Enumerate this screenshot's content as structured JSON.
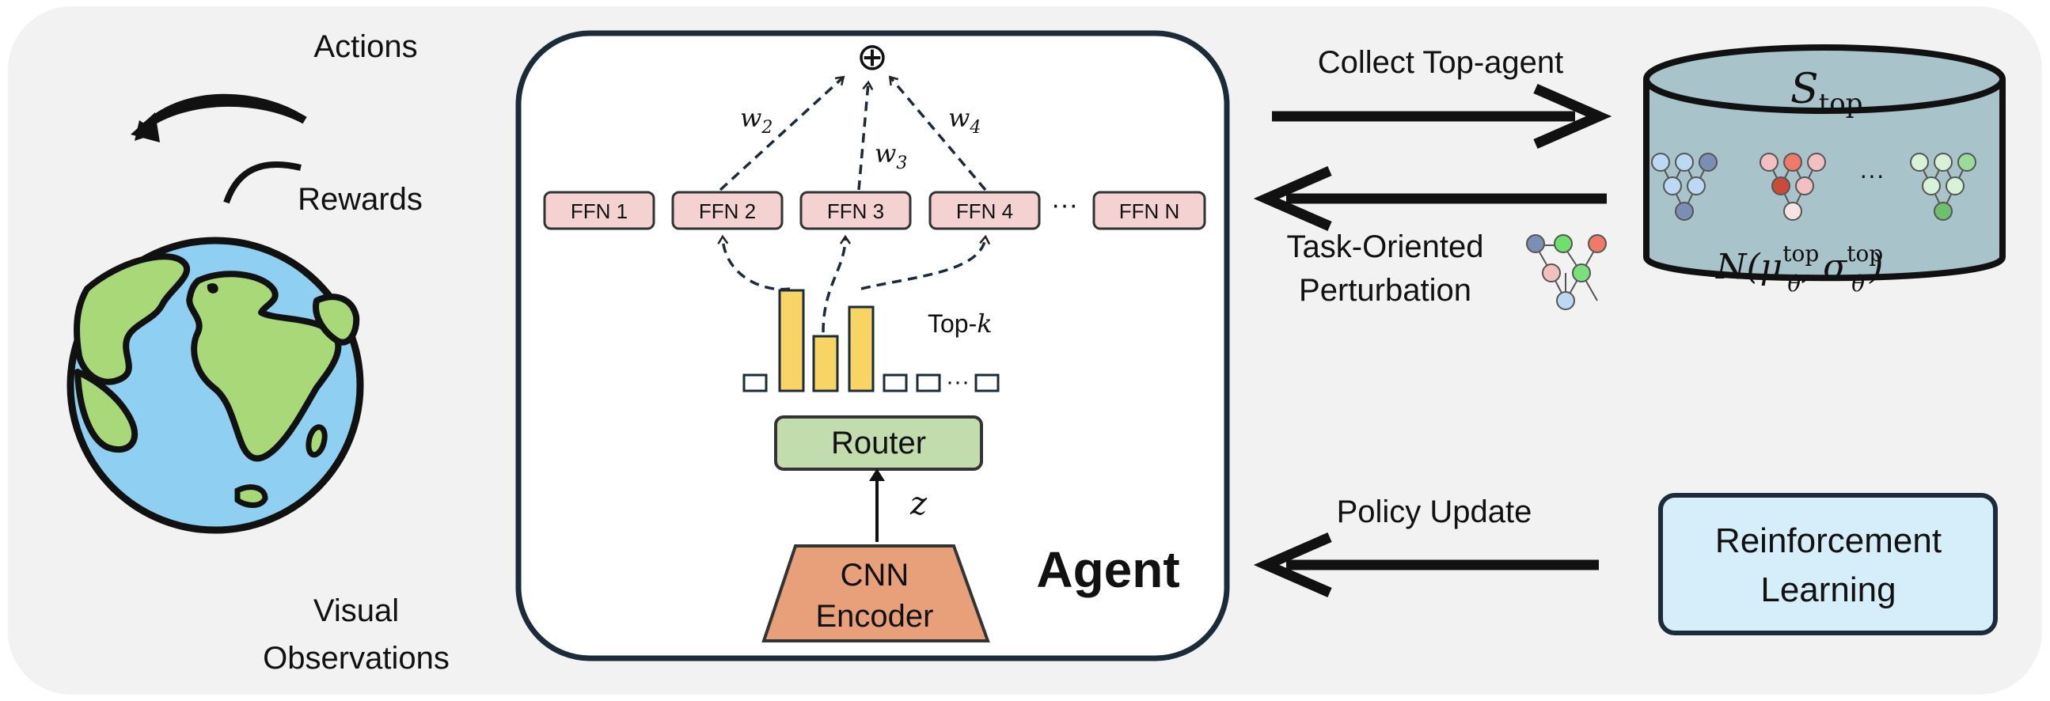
{
  "world": {
    "actions_label": "Actions",
    "rewards_label": "Rewards",
    "visual_obs_line1": "Visual",
    "visual_obs_line2": "Observations"
  },
  "agent": {
    "title": "Agent",
    "plus_symbol": "⊕",
    "weights": [
      "w",
      "w",
      "w"
    ],
    "weight_subscripts": [
      "2",
      "3",
      "4"
    ],
    "ffn_labels": [
      "FFN 1",
      "FFN 2",
      "FFN 3",
      "FFN 4",
      "FFN N"
    ],
    "ffn_ellipsis": "···",
    "topk_label": "Top-",
    "topk_var": "k",
    "bars_ellipsis": "···",
    "router_label": "Router",
    "z_label": "z",
    "encoder_line1": "CNN",
    "encoder_line2": "Encoder"
  },
  "right": {
    "collect_label": "Collect Top-agent",
    "perturb_line1": "Task-Oriented",
    "perturb_line2": "Perturbation",
    "policy_label": "Policy Update",
    "rl_line1": "Reinforcement",
    "rl_line2": "Learning",
    "storage_title_main": "S",
    "storage_title_sub": "top",
    "storage_ellipsis": "···",
    "distribution_text": "N(μ",
    "distribution_sup": "top",
    "distribution_sub": "θ",
    "distribution_sep": ", σ",
    "distribution_close": ")"
  },
  "colors": {
    "panel_bg": "#f2f2f2",
    "ffn_fill": "#f4d2d1",
    "router_fill": "#c3dcae",
    "encoder_fill": "#e8a07a",
    "bar_fill": "#f7d463",
    "storage_fill": "#a9c3ca",
    "rl_fill": "#d6eef9",
    "globe_ocean": "#8fd0f2",
    "globe_land": "#a8d878"
  }
}
